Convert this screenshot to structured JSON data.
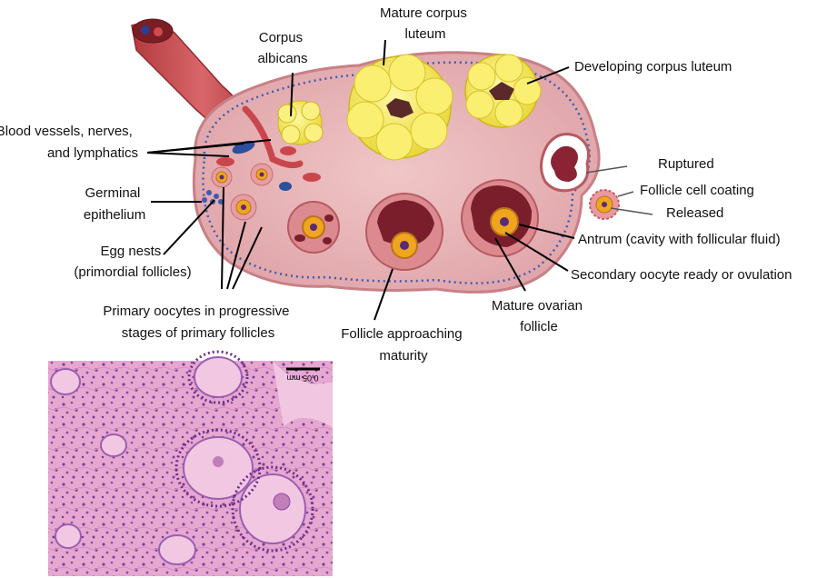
{
  "labels": {
    "mature_corpus_luteum": [
      "Mature corpus",
      "luteum"
    ],
    "corpus_albicans": [
      "Corpus",
      "albicans"
    ],
    "developing_corpus_luteum": "Developing corpus luteum",
    "blood_vessels": [
      "Blood vessels, nerves,",
      "and lymphatics"
    ],
    "ruptured": "Ruptured",
    "follicle_cell_coating": "Follicle cell coating",
    "released": "Released",
    "germinal_epithelium": [
      "Germinal",
      "epithelium"
    ],
    "antrum": "Antrum (cavity with follicular fluid)",
    "egg_nests": [
      "Egg nests",
      "(primordial follicles)"
    ],
    "secondary_oocyte": "Secondary oocyte ready or ovulation",
    "mature_ovarian_follicle": [
      "Mature ovarian",
      "follicle"
    ],
    "primary_oocytes": [
      "Primary oocytes in progressive",
      "stages of primary follicles"
    ],
    "follicle_approaching": [
      "Follicle approaching",
      "maturity"
    ],
    "scale_bar": "0.05 mm"
  },
  "colors": {
    "ovary_tissue": "#e8b4b8",
    "ovary_outline": "#c97f86",
    "corpus_luteum": "#f7ec5c",
    "follicle_ring": "#d7787e",
    "antrum": "#7a1e2c",
    "oocyte": "#f0a51e",
    "nucleus": "#5a2a78",
    "vessel": "#c9474c",
    "histology_bg": "#e7a9d1"
  }
}
